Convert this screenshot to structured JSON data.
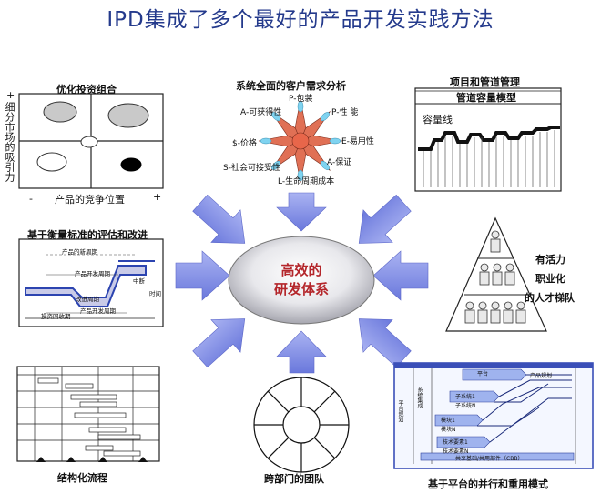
{
  "title": "IPD集成了多个最好的产品开发实践方法",
  "center": {
    "line1": "高效的",
    "line2": "研发体系"
  },
  "portfolio": {
    "title": "优化投资组合",
    "y_axis": "细分市场的吸引力",
    "x_axis": "产品的竞争位置",
    "plus": "+",
    "minus": "-"
  },
  "demand": {
    "title": "系统全面的客户需求分析",
    "items": [
      "P-包装",
      "P-性 能",
      "E-易用性",
      "A-保证",
      "L-生命周期成本",
      "S-社会可接受性",
      "$-价格",
      "A-可获得性"
    ]
  },
  "pipeline": {
    "title": "项目和管道管理",
    "subtitle": "管道容量模型",
    "label": "容量线"
  },
  "evaluation": {
    "title": "基于衡量标准的评估和改进",
    "notes": [
      "产品的新周期",
      "产品开发周期",
      "改进周期",
      "中断",
      "产品开发周期",
      "投资回收期",
      "时间"
    ]
  },
  "talent": {
    "line1": "有活力",
    "line2": "职业化",
    "line3": "的人才梯队"
  },
  "structured": {
    "title": "结构化流程"
  },
  "team": {
    "title": "跨部门的团队"
  },
  "platform": {
    "title": "基于平台的并行和重用模式",
    "side": [
      "平台规划",
      "系统集成"
    ],
    "streams": [
      "平台",
      "产品规划",
      "子系统1",
      "子系统N",
      "模块1",
      "模块N",
      "技术要素1",
      "技术要素N"
    ],
    "footer": "共享基础/共用部件（CBB）"
  },
  "colors": {
    "title": "#243a8c",
    "arrow": "#7e8ae6",
    "center_text": "#b4262b",
    "star": "#e07055",
    "star_tip": "#7fd3f0",
    "graph_blue": "#2c44b0"
  }
}
